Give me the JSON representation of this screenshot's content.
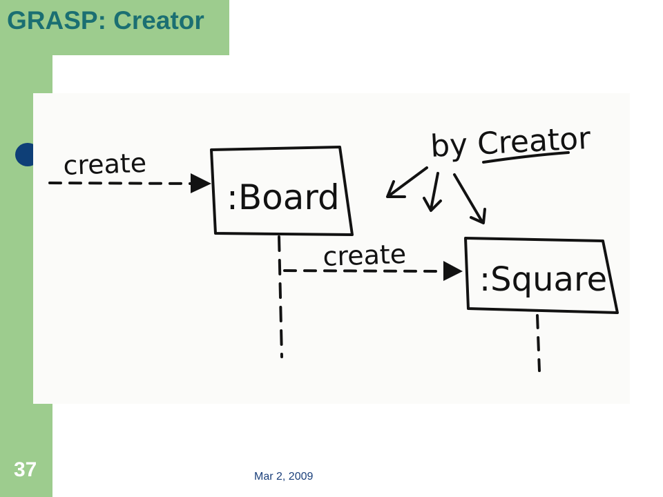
{
  "slide": {
    "title": "GRASP: Creator",
    "page_number": "37",
    "date": "Mar 2, 2009"
  },
  "diagram": {
    "objects": [
      {
        "label": ":Board"
      },
      {
        "label": ":Square"
      }
    ],
    "messages": [
      {
        "label": "create",
        "from": "external",
        "to": ":Board"
      },
      {
        "label": "create",
        "from": ":Board",
        "to": ":Square"
      }
    ],
    "annotation": "by Creator"
  },
  "colors": {
    "green": "#9dcc8e",
    "title": "#1b6f72",
    "bullet": "#0e3f77",
    "date": "#1a3f7a",
    "ink": "#121212"
  }
}
